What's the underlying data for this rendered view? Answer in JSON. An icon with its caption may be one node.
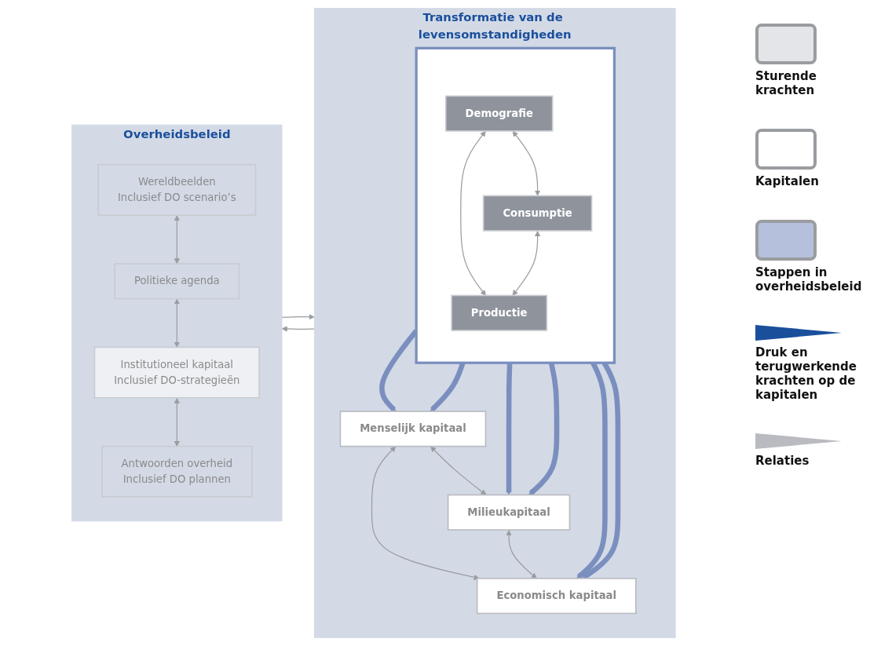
{
  "diagram": {
    "nodes": [
      {
        "text": [
          "Transformatie van de levensomstandigheden"
        ]
      },
      {
        "text": [],
        "shape": "box",
        "in": 0
      },
      {
        "text": [
          "Demografie"
        ],
        "in": 1
      },
      {
        "text": [
          "Consumptie"
        ],
        "in": 1
      },
      {
        "text": [
          "Productie"
        ],
        "in": 1
      },
      {
        "text": [
          "Menselijk kapitaal"
        ],
        "in": 0
      },
      {
        "text": [
          "Milieukapitaal"
        ],
        "in": 0
      },
      {
        "text": [
          "Economisch kapitaal"
        ],
        "in": 0
      },
      {
        "text": [
          "Overheidsbeleid"
        ]
      },
      {
        "text": [
          "Wereldbeelden",
          "Inclusief DO scenario’s"
        ],
        "in": 8
      },
      {
        "text": [
          "Politieke agenda"
        ],
        "in": 8
      },
      {
        "text": [
          "Institutioneel kapitaal",
          "Inclusief DO-strategieën"
        ],
        "in": 8
      },
      {
        "text": [
          "Antwoorden overheid",
          "Inclusief DO plannen"
        ],
        "in": 8
      }
    ],
    "edges": [
      {
        "from": 2,
        "to": 3,
        "arrow": "both"
      },
      {
        "from": 2,
        "to": 4,
        "arrow": "both"
      },
      {
        "from": 3,
        "to": 4,
        "arrow": "both"
      },
      {
        "from": 1,
        "to": 6,
        "arrow": "to",
        "style": "thick",
        "color": "#7b8fbf"
      },
      {
        "from": 1,
        "to": 6,
        "arrow": "to",
        "style": "thick",
        "color": "#7b8fbf"
      },
      {
        "from": 1,
        "to": 5,
        "arrow": "to",
        "style": "thick",
        "color": "#7b8fbf"
      },
      {
        "from": 1,
        "to": 5,
        "arrow": "to",
        "style": "thick",
        "color": "#7b8fbf"
      },
      {
        "from": 1,
        "to": 7,
        "arrow": "to",
        "style": "thick",
        "color": "#7b8fbf"
      },
      {
        "from": 1,
        "to": 7,
        "arrow": "to",
        "style": "thick",
        "color": "#7b8fbf"
      },
      {
        "from": 5,
        "to": 6,
        "arrow": "both"
      },
      {
        "from": 5,
        "to": 7,
        "arrow": "both"
      },
      {
        "from": 6,
        "to": 7,
        "arrow": "both"
      },
      {
        "from": 9,
        "to": 10,
        "arrow": "both"
      },
      {
        "from": 10,
        "to": 11,
        "arrow": "both"
      },
      {
        "from": 11,
        "to": 12,
        "arrow": "both"
      },
      {
        "from": 0,
        "to": 8,
        "arrow": "to"
      },
      {
        "from": 8,
        "to": 0,
        "arrow": "to"
      }
    ],
    "legend": [
      {
        "text": "Sturende krachten"
      },
      {
        "text": "Kapitalen"
      },
      {
        "text": "Stappen in overheidsbeleid"
      },
      {
        "text": "Druk en terugwerkende krachten op de kapitalen"
      },
      {
        "text": "Relaties"
      }
    ]
  }
}
